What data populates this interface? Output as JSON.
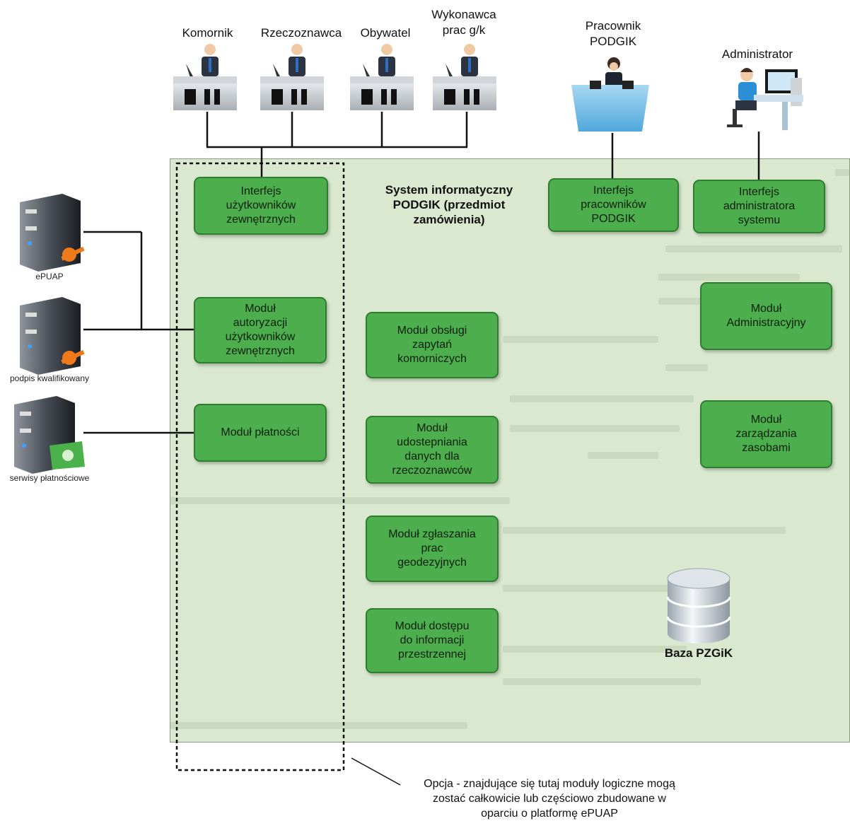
{
  "actors": {
    "komornik": "Komornik",
    "rzeczoznawca": "Rzeczoznawca",
    "obywatel": "Obywatel",
    "wykonawca": "Wykonawca\nprac g/k",
    "pracownik": "Pracownik\nPODGIK",
    "administrator": "Administrator"
  },
  "servers": {
    "epuap": "ePUAP",
    "podpis": "podpis kwalifikowany",
    "platnosci": "serwisy płatnościowe"
  },
  "system_title": "System informatyczny\nPODGIK (przedmiot\nzamówienia)",
  "modules": {
    "interfejs_zewn": "Interfejs\nużytkowników\nzewnętrznych",
    "autoryzacja": "Moduł\nautoryzacji\nużytkowników\nzewnętrznych",
    "platnosci": "Moduł płatności",
    "komornicze": "Moduł obsługi\nzapytań\nkomorniczych",
    "rzeczoznawcy": "Moduł\nudostepniania\ndanych dla\nrzeczoznawców",
    "zglaszanie": "Moduł zgłaszania\nprac\ngeodezyjnych",
    "dostep": "Moduł dostępu\ndo informacji\nprzestrzennej",
    "interfejs_prac": "Interfejs\npracowników\nPODGIK",
    "interfejs_admin": "Interfejs\nadministratora\nsystemu",
    "administracyjny": "Moduł\nAdministracyjny",
    "zasoby": "Moduł\nzarządzania\nzasobami"
  },
  "database_label": "Baza PZGiK",
  "note": "Opcja - znajdujące się tutaj moduły logiczne mogą\nzostać całkowicie lub częściowo zbudowane w\noparciu o platformę ePUAP",
  "colors": {
    "module_fill": "#4cae4c",
    "module_border": "#2f7d2f",
    "system_area": "#d9e8cf"
  }
}
